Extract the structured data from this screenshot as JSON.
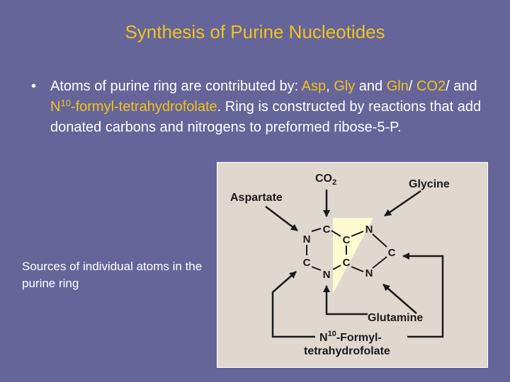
{
  "slide": {
    "title": "Synthesis of Purine Nucleotides",
    "bullet": {
      "marker": "•",
      "t1": "Atoms of purine ring are contributed by: ",
      "asp": "Asp",
      "t2": ", ",
      "gly": "Gly",
      "t3": " and ",
      "gln": "Gln",
      "t4": "/ ",
      "co2": "CO2",
      "t5": "/ and ",
      "n10_base": "N",
      "n10_sup": "10",
      "n10_rest": "-formyl-tetrahydrofolate",
      "t6": ". Ring is constructed by reactions that add donated carbons and nitrogens to preformed ribose-5-P."
    },
    "caption": "Sources of individual atoms in the purine ring"
  },
  "figure": {
    "co2_base": "CO",
    "co2_sub": "2",
    "aspartate": "Aspartate",
    "glycine": "Glycine",
    "glutamine": "Glutamine",
    "formyl_base": "N",
    "formyl_sup": "10",
    "formyl_rest": "-Formyl-",
    "thf": "tetrahydrofolate",
    "atoms": {
      "c_top": "C",
      "n_left": "N",
      "c_left": "C",
      "n_bottom": "N",
      "c_ring_top": "C",
      "c_ring_bottom": "C",
      "n_top_right": "N",
      "c_right": "C",
      "n_bottom_right": "N"
    },
    "colors": {
      "glycine_highlight": "#fffbd0",
      "background": "#e0d7cf"
    }
  }
}
